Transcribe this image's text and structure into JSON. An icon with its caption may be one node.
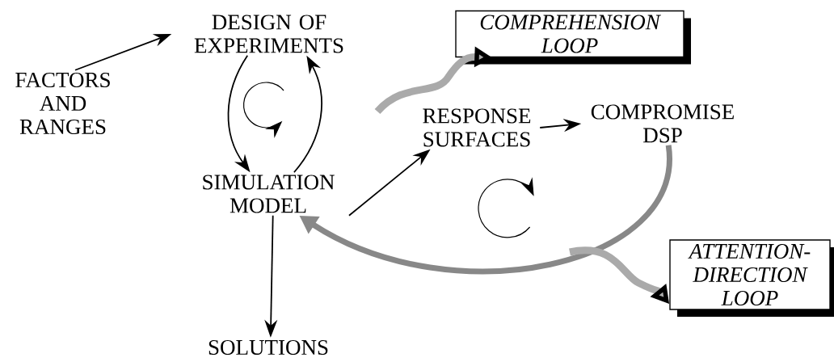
{
  "diagram": {
    "nodes": [
      {
        "text": [
          "FACTORS AND RANGES"
        ]
      },
      {
        "text": [
          "DESIGN OF EXPERIMENTS"
        ]
      },
      {
        "text": [
          "SIMULATION MODEL"
        ]
      },
      {
        "text": [
          "RESPONSE SURFACES"
        ]
      },
      {
        "text": [
          "COMPROMISE DSP"
        ]
      },
      {
        "text": [
          "COMPREHENSION LOOP"
        ]
      },
      {
        "text": [
          "ATTENTION-DIRECTION LOOP"
        ]
      },
      {
        "text": [
          "SOLUTIONS"
        ]
      }
    ],
    "edges": [
      {
        "from": 0,
        "to": 1,
        "arrow": "to"
      },
      {
        "from": 1,
        "to": 2,
        "arrow": "to"
      },
      {
        "from": 2,
        "to": 1,
        "arrow": "to"
      },
      {
        "from": 2,
        "to": 3,
        "arrow": "to"
      },
      {
        "from": 3,
        "to": 4,
        "arrow": "to"
      },
      {
        "from": 4,
        "to": 2,
        "arrow": "to",
        "style": "thick",
        "color": "#888888"
      },
      {
        "from": 2,
        "to": 7,
        "arrow": "to"
      },
      {
        "from": null,
        "to": 5,
        "arrow": "to",
        "style": "thick",
        "color": "#aaaaaa"
      },
      {
        "from": null,
        "to": 6,
        "arrow": "to",
        "style": "thick",
        "color": "#aaaaaa"
      }
    ]
  }
}
